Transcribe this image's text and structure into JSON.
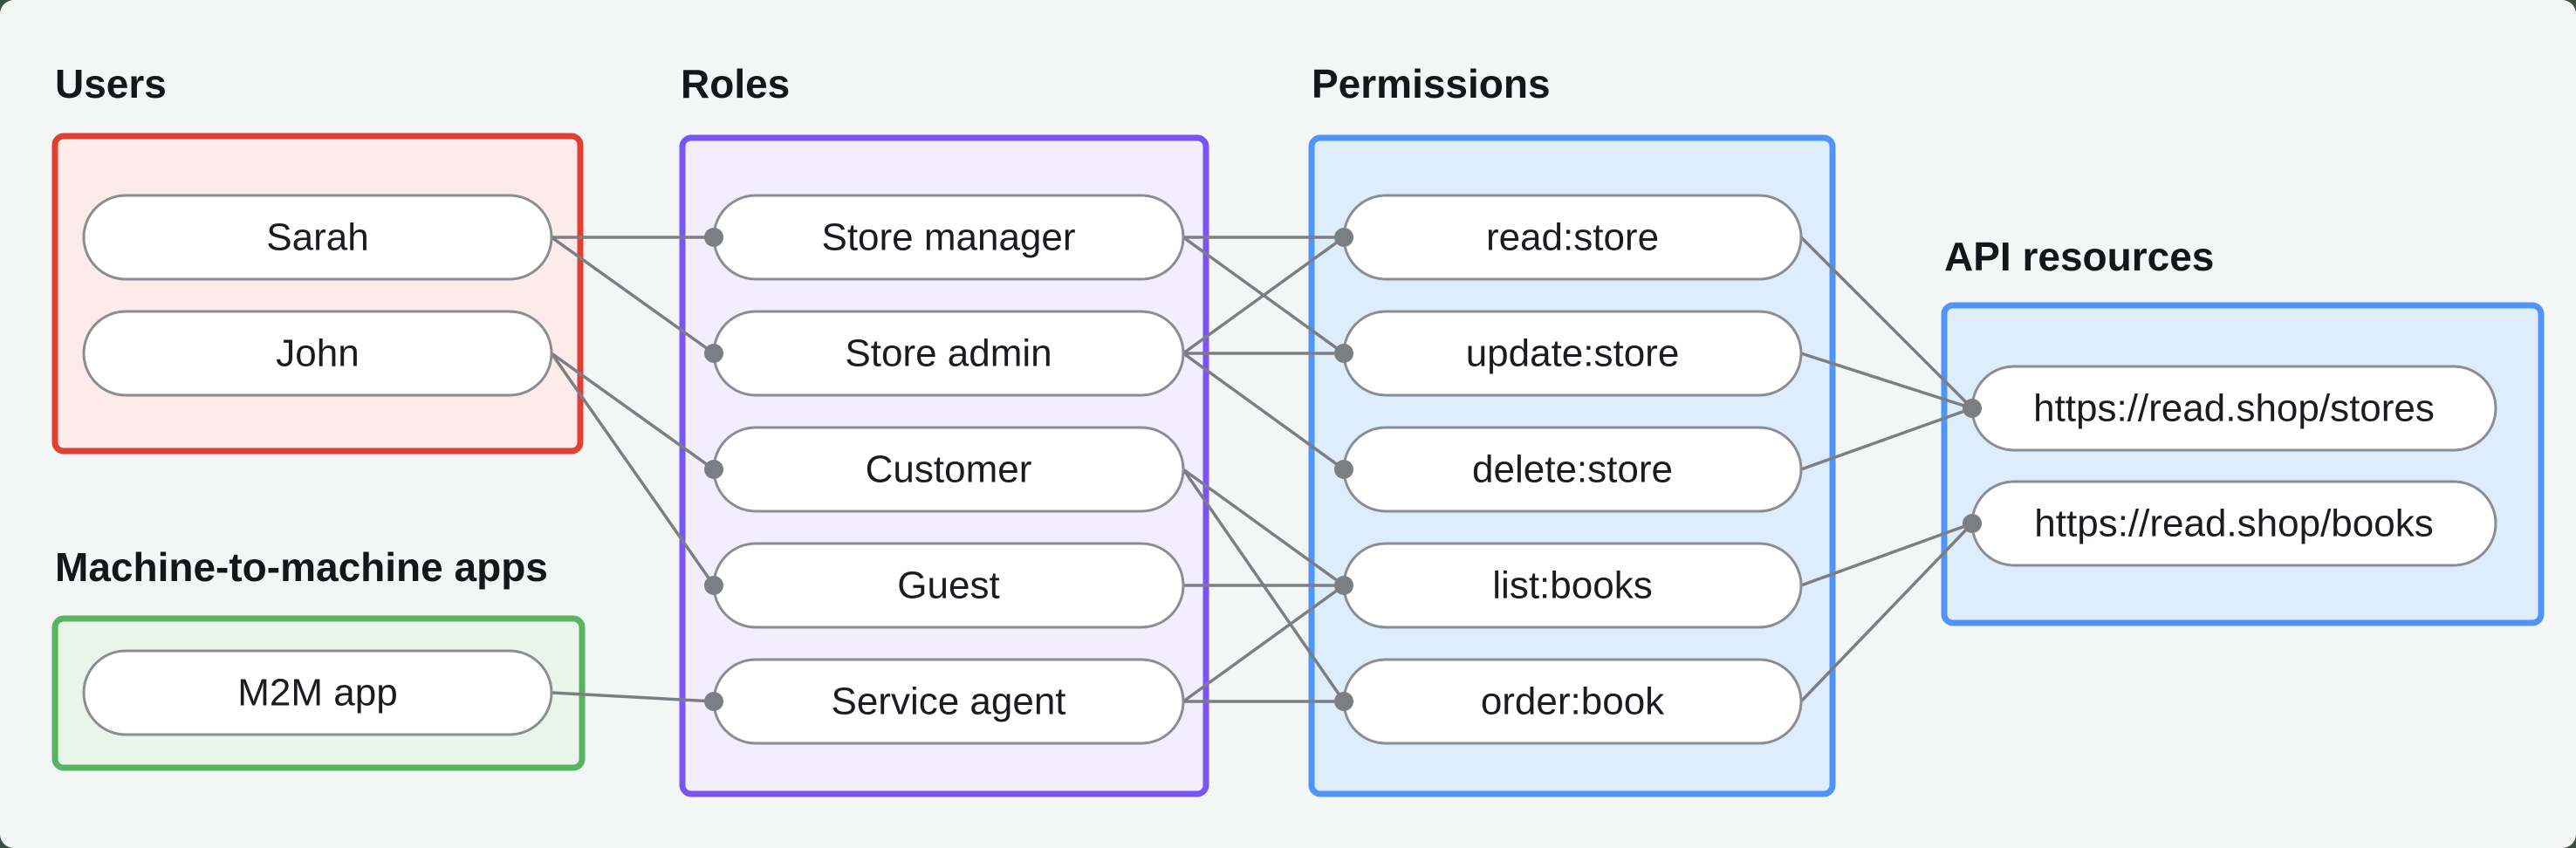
{
  "diagram": {
    "title_labels_note": "RBAC concept diagram",
    "groups": [
      {
        "id": "users",
        "label": "Users",
        "border_color": "#e23f33",
        "fill_color": "#fcebe8",
        "nodes": [
          {
            "id": "sarah",
            "label": "Sarah"
          },
          {
            "id": "john",
            "label": "John"
          }
        ]
      },
      {
        "id": "m2m",
        "label": "Machine-to-machine apps",
        "border_color": "#57b45f",
        "fill_color": "#e9f5ea",
        "nodes": [
          {
            "id": "m2m_app",
            "label": "M2M app"
          }
        ]
      },
      {
        "id": "roles",
        "label": "Roles",
        "border_color": "#7a55f6",
        "fill_color": "#f3eefd",
        "nodes": [
          {
            "id": "store_manager",
            "label": "Store manager"
          },
          {
            "id": "store_admin",
            "label": "Store admin"
          },
          {
            "id": "customer",
            "label": "Customer"
          },
          {
            "id": "guest",
            "label": "Guest"
          },
          {
            "id": "service_agent",
            "label": "Service agent"
          }
        ]
      },
      {
        "id": "permissions",
        "label": "Permissions",
        "border_color": "#4e95f7",
        "fill_color": "#ddedfc",
        "nodes": [
          {
            "id": "read_store",
            "label": "read:store"
          },
          {
            "id": "update_store",
            "label": "update:store"
          },
          {
            "id": "delete_store",
            "label": "delete:store"
          },
          {
            "id": "list_books",
            "label": "list:books"
          },
          {
            "id": "order_book",
            "label": "order:book"
          }
        ]
      },
      {
        "id": "api",
        "label": "API resources",
        "border_color": "#4e95f7",
        "fill_color": "#ddedfc",
        "nodes": [
          {
            "id": "stores",
            "label": "https://read.shop/stores"
          },
          {
            "id": "books",
            "label": "https://read.shop/books"
          }
        ]
      }
    ],
    "edges": [
      {
        "from": "sarah",
        "to": "store_manager"
      },
      {
        "from": "sarah",
        "to": "store_admin"
      },
      {
        "from": "john",
        "to": "customer"
      },
      {
        "from": "john",
        "to": "guest"
      },
      {
        "from": "m2m_app",
        "to": "service_agent"
      },
      {
        "from": "store_manager",
        "to": "read_store"
      },
      {
        "from": "store_manager",
        "to": "update_store"
      },
      {
        "from": "store_admin",
        "to": "read_store"
      },
      {
        "from": "store_admin",
        "to": "update_store"
      },
      {
        "from": "store_admin",
        "to": "delete_store"
      },
      {
        "from": "customer",
        "to": "list_books"
      },
      {
        "from": "customer",
        "to": "order_book"
      },
      {
        "from": "guest",
        "to": "list_books"
      },
      {
        "from": "service_agent",
        "to": "list_books"
      },
      {
        "from": "service_agent",
        "to": "order_book"
      },
      {
        "from": "read_store",
        "to": "stores"
      },
      {
        "from": "update_store",
        "to": "stores"
      },
      {
        "from": "delete_store",
        "to": "stores"
      },
      {
        "from": "list_books",
        "to": "books"
      },
      {
        "from": "order_book",
        "to": "books"
      }
    ],
    "palette": {
      "canvas": "#f4f6f5",
      "backdrop": "#365242",
      "line": "#7b7f84",
      "dot": "#7b7f84",
      "pill_fill": "#ffffff",
      "pill_border": "#8a8e92",
      "node_text": "#1a1c1f",
      "label_text": "#14171a"
    }
  }
}
